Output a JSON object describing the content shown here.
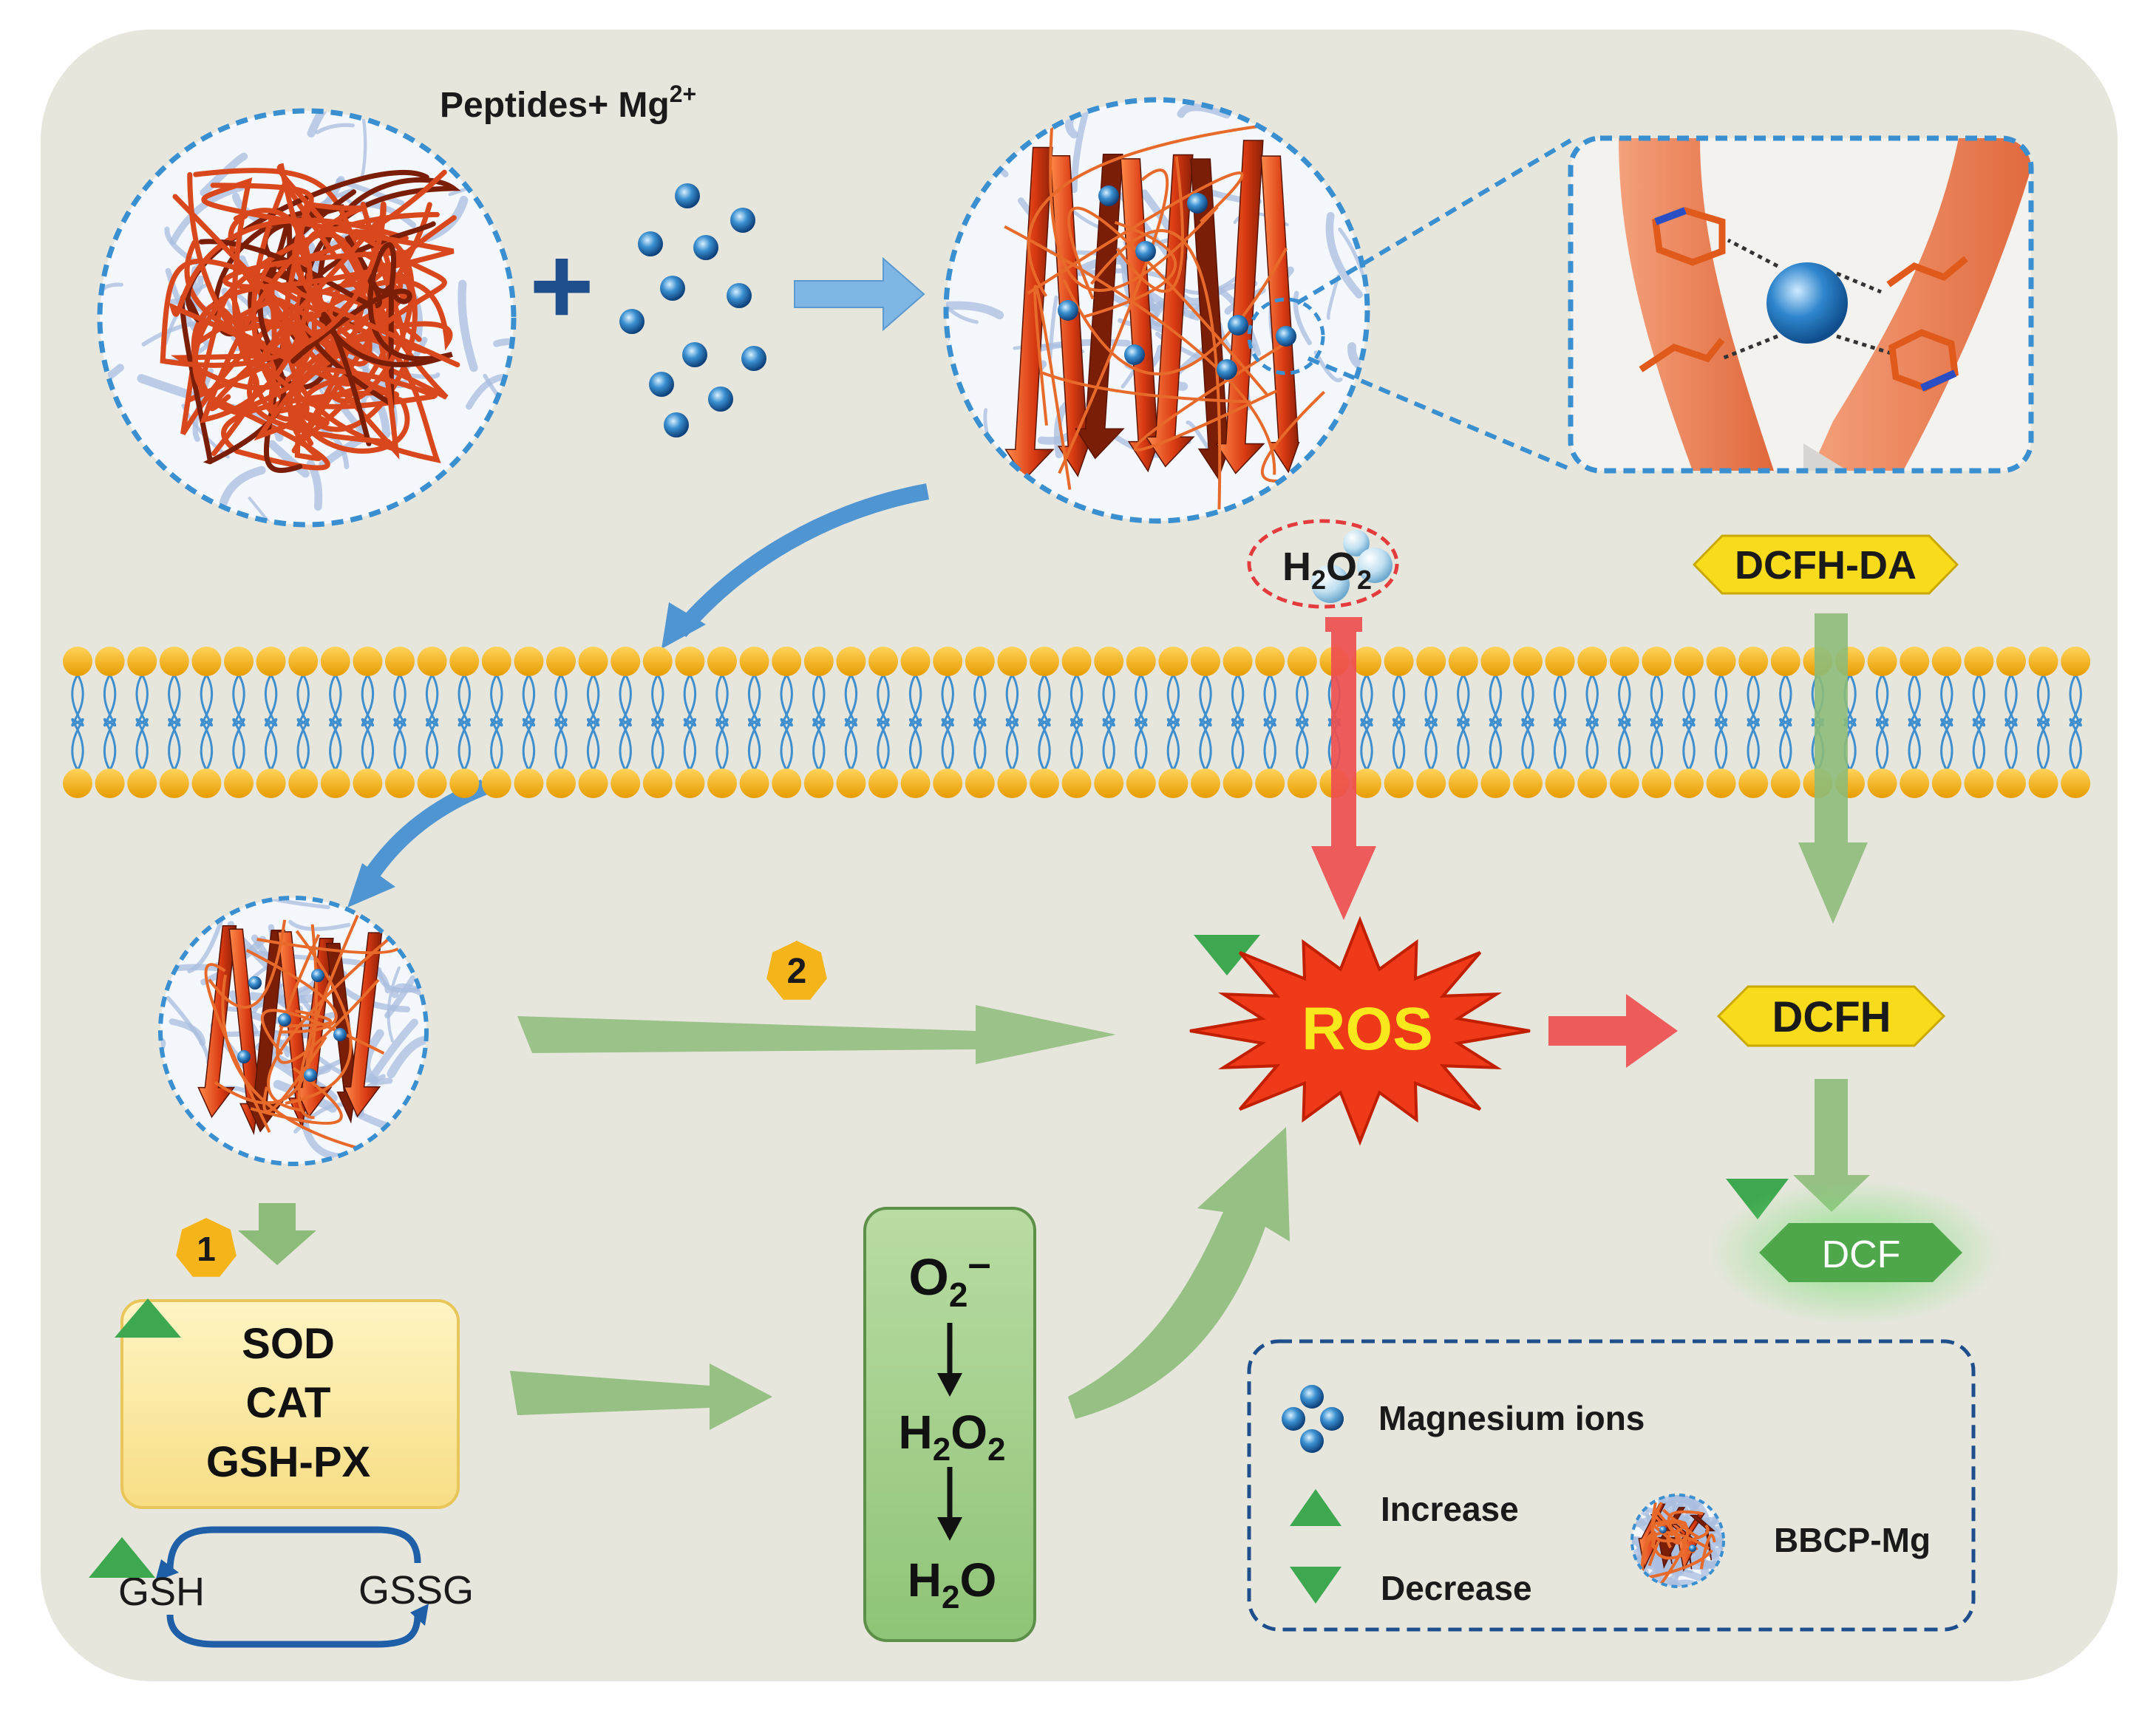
{
  "labels": {
    "peptides": "Peptides+ Mg",
    "mg_charge": "2+",
    "h2o2_h": "H",
    "h2o2_sub2": "2",
    "h2o2_o": "O",
    "dcfh_da": "DCFH-DA",
    "dcfh": "DCFH",
    "dcf": "DCF",
    "ros": "ROS",
    "step1": "1",
    "step2": "2",
    "plus": "+"
  },
  "enzymes": [
    "SOD",
    "CAT",
    "GSH-PX"
  ],
  "cycle": {
    "left": "GSH",
    "right": "GSSG"
  },
  "reaction": {
    "o": "O",
    "sub2": "2",
    "minus": "–",
    "h": "H",
    "h2o_o": "O"
  },
  "legend": {
    "magnesium": "Magnesium ions",
    "increase": "Increase",
    "decrease": "Decrease",
    "bbcp": "BBCP-Mg"
  },
  "colors": {
    "background": "#e7e6dd",
    "peptide": "#d9481c",
    "protein": "#a9bedf",
    "ion": "#2d7fc1",
    "membrane_head": "#f2b616",
    "membrane_tail": "#3f8fcf",
    "green_arrow": "#8dbb7a",
    "red_arrow": "#ee4f4f",
    "blue_arrow": "#3f8fcf",
    "yellow_label": "#f8dc1c",
    "triangle": "#3ea850",
    "ros_burst": "#ef3a1a",
    "ros_text": "#f8e81c",
    "enzyme_box": "#fbeaa3",
    "reaction_box": "#a7d18d",
    "dcf": "#4fa74c"
  }
}
